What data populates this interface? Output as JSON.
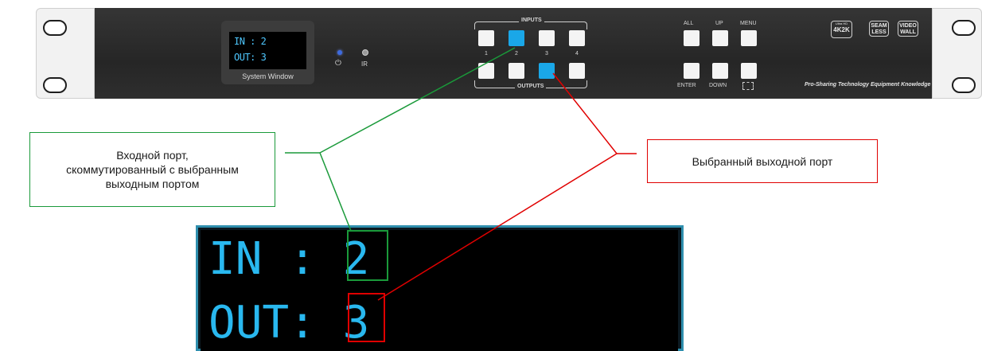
{
  "device": {
    "screen_line1": "IN : 2",
    "screen_line2": "OUT: 3",
    "system_window_label": "System Window",
    "power_symbol": "⏻",
    "ir_label": "IR",
    "inputs_label": "INPUTS",
    "outputs_label": "OUTPUTS",
    "port_numbers": [
      "1",
      "2",
      "3",
      "4"
    ],
    "selected_input": "2",
    "selected_output": "3",
    "all_label": "ALL",
    "up_label": "UP",
    "menu_label": "MENU",
    "enter_label": "ENTER",
    "down_label": "DOWN",
    "badge_4k_top": "Ultra HD",
    "badge_4k": "4K2K",
    "badge_seamless": "SEAM\nLESS",
    "badge_videowall": "VIDEO\nWALL",
    "brand_text": "Pro-Sharing Technology Equipment Knowledge"
  },
  "callouts": {
    "input_port": "Входной порт,\nскоммутированный с выбранным\nвыходным портом",
    "output_port": "Выбранный выходной порт"
  },
  "zoom": {
    "line1_prefix": "IN : ",
    "line1_value": "2",
    "line2_prefix": "OUT: ",
    "line2_value": "3"
  },
  "colors": {
    "accent_blue": "#1aa7e8",
    "green_line": "#1a9a3a",
    "red_line": "#e00000"
  }
}
